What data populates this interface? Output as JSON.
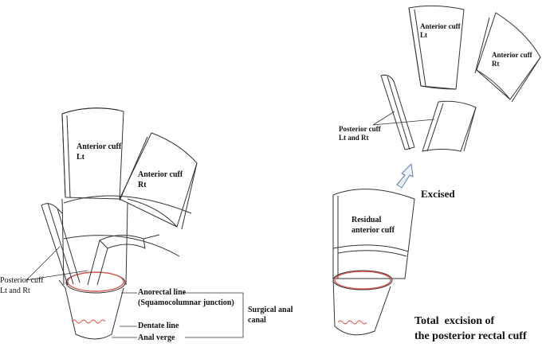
{
  "left_diagram": {
    "anterior_cuff_lt": [
      "Anterior cuff",
      "Lt"
    ],
    "anterior_cuff_rt": [
      "Anterior cuff",
      "Rt"
    ],
    "posterior_cuff": [
      "Posterior cuff",
      "Lt and Rt"
    ],
    "anorectal_line": [
      "Anorectal line",
      "(Squamocolumnar junction)"
    ],
    "dentate_line": "Dentate line",
    "anal_verge": "Anal verge",
    "surgical_anal_canal": [
      "Surgical anal",
      "canal"
    ]
  },
  "right_diagram": {
    "anterior_cuff_lt": [
      "Anterior cuff",
      "Lt"
    ],
    "anterior_cuff_rt": [
      "Anterior cuff",
      "Rt"
    ],
    "posterior_cuff": [
      "Posterior cuff",
      "Lt and Rt"
    ],
    "excised": "Excised",
    "residual_cuff": [
      "Residual",
      "anterior cuff"
    ],
    "caption": [
      "Total  excision of",
      "the posterior rectal cuff"
    ]
  },
  "colors": {
    "line": "#333333",
    "junction": "#d9534f",
    "arrow": "#5b7fb0"
  }
}
